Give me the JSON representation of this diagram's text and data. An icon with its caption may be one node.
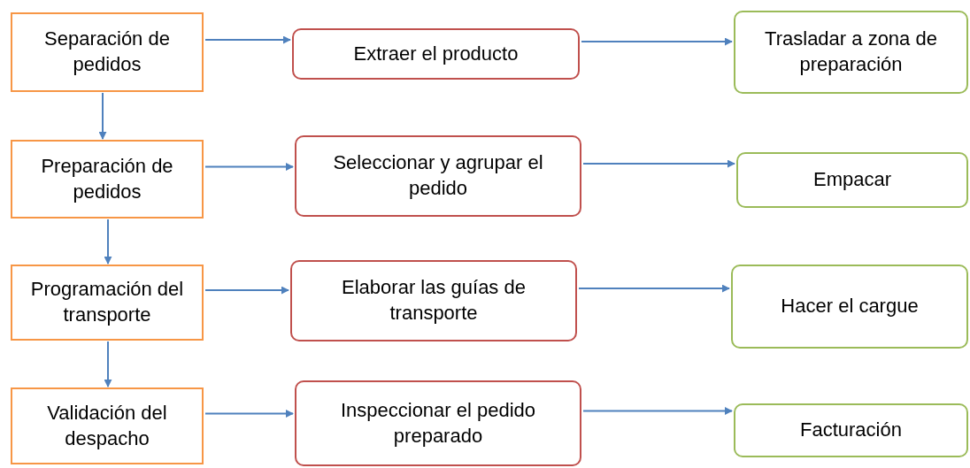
{
  "diagram": {
    "nodes": [
      {
        "text": [
          "Separación de pedidos"
        ]
      },
      {
        "text": [
          "Extraer el producto"
        ]
      },
      {
        "text": [
          "Trasladar a zona de preparación"
        ]
      },
      {
        "text": [
          "Preparación de pedidos"
        ]
      },
      {
        "text": [
          "Seleccionar y agrupar el pedido"
        ]
      },
      {
        "text": [
          "Empacar"
        ]
      },
      {
        "text": [
          "Programación del transporte"
        ]
      },
      {
        "text": [
          "Elaborar las guías de transporte"
        ]
      },
      {
        "text": [
          "Hacer el cargue"
        ]
      },
      {
        "text": [
          "Validación del despacho"
        ]
      },
      {
        "text": [
          "Inspeccionar el pedido preparado"
        ]
      },
      {
        "text": [
          "Facturación"
        ]
      }
    ],
    "edges": [
      {
        "from": 0,
        "to": 1,
        "arrow": "to"
      },
      {
        "from": 1,
        "to": 2,
        "arrow": "to"
      },
      {
        "from": 3,
        "to": 4,
        "arrow": "to"
      },
      {
        "from": 4,
        "to": 5,
        "arrow": "to"
      },
      {
        "from": 6,
        "to": 7,
        "arrow": "to"
      },
      {
        "from": 7,
        "to": 8,
        "arrow": "to"
      },
      {
        "from": 9,
        "to": 10,
        "arrow": "to"
      },
      {
        "from": 10,
        "to": 11,
        "arrow": "to"
      },
      {
        "from": 0,
        "to": 3,
        "arrow": "to"
      },
      {
        "from": 3,
        "to": 6,
        "arrow": "to"
      },
      {
        "from": 6,
        "to": 9,
        "arrow": "to"
      }
    ]
  }
}
